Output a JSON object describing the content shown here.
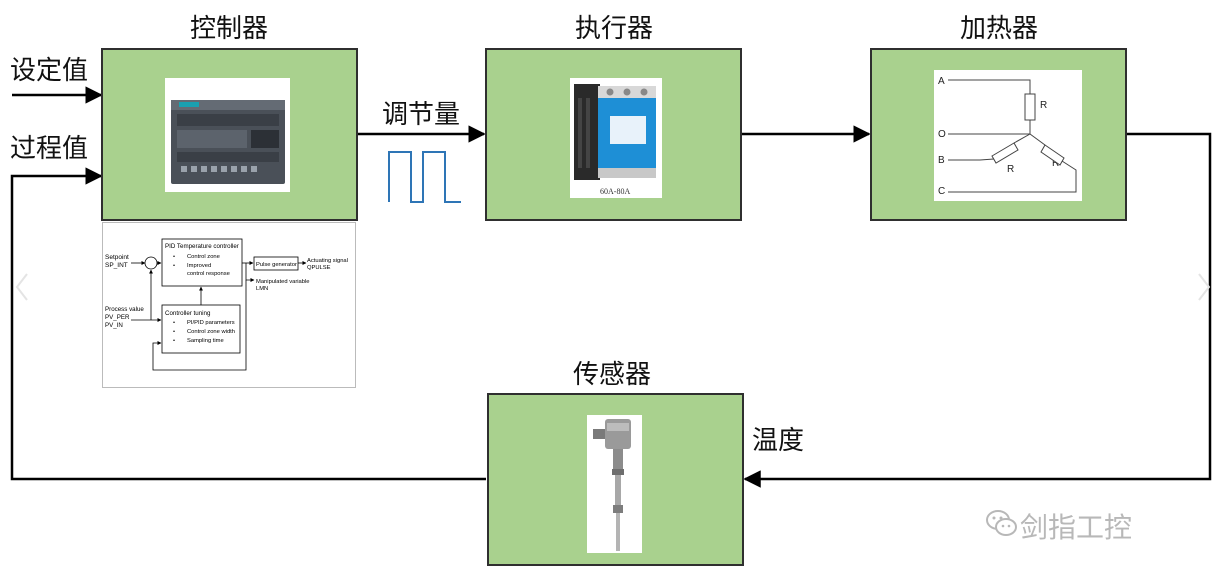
{
  "blocks": {
    "controller": "控制器",
    "actuator": "执行器",
    "heater": "加热器",
    "sensor": "传感器"
  },
  "signals": {
    "setpoint": "设定值",
    "process_value": "过程值",
    "manipulated": "调节量",
    "temperature": "温度"
  },
  "actuator_caption": "60A-80A",
  "heater_wiring": {
    "terminal_a": "A",
    "terminal_o": "O",
    "terminal_b": "B",
    "terminal_c": "C",
    "resistor": "R"
  },
  "pid_diagram": {
    "setpoint": [
      "Setpoint",
      "SP_INT"
    ],
    "pid_title": "PID Temperature controller",
    "pid_items": [
      "Control zone",
      "Improved",
      "control response"
    ],
    "pulse_generator": "Pulse generator",
    "actuating_signal": [
      "Actuating signal",
      "QPULSE"
    ],
    "manipulated_variable": [
      "Manipulated variable",
      "LMN"
    ],
    "process_value": [
      "Process value",
      "PV_PER",
      "PV_IN"
    ],
    "tuning_title": "Controller tuning",
    "tuning_items": [
      "PI/PID parameters",
      "Control zone width",
      "Sampling time"
    ]
  },
  "watermark": "剑指工控",
  "colors": {
    "block_fill": "#a9d18e",
    "wire": "#000000",
    "pulse": "#2e75b6"
  }
}
